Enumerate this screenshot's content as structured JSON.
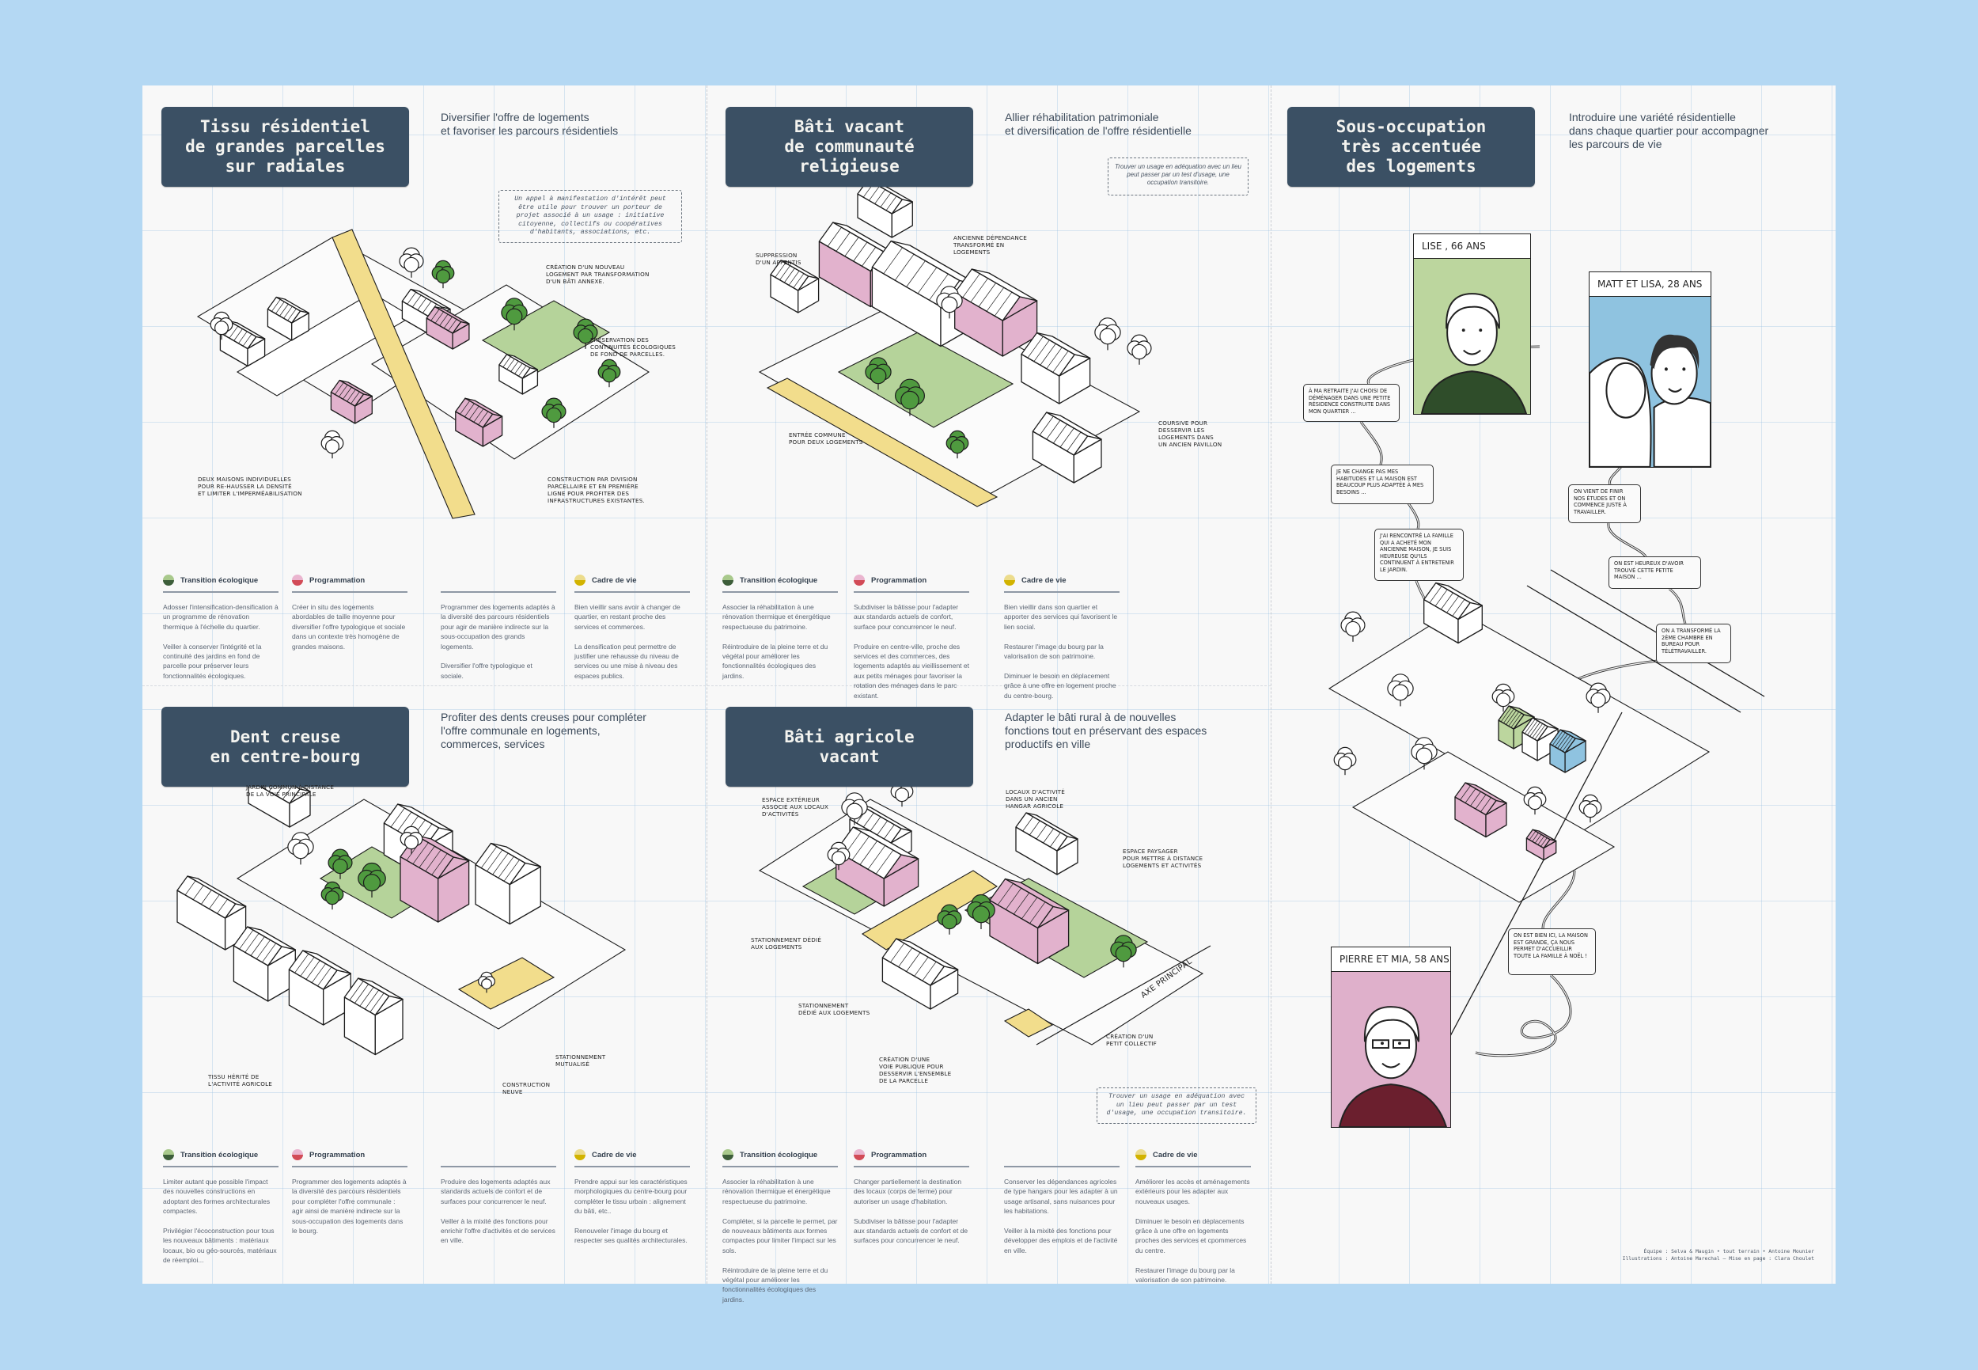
{
  "legend": {
    "transition": {
      "label": "Transition écologique",
      "colors": [
        "#a9c98c",
        "#3d5e3a"
      ]
    },
    "programmation": {
      "label": "Programmation",
      "colors": [
        "#eab5cf",
        "#d24b57"
      ]
    },
    "cadre": {
      "label": "Cadre de vie",
      "colors": [
        "#ecdc8c",
        "#d2b300"
      ]
    }
  },
  "colors": {
    "title_box": "#3b5064",
    "pink": "#e2b2cd",
    "green": "#b5d39a",
    "tree": "#4f9a3f",
    "yellow": "#f2dd8c",
    "blue": "#8fc3e0"
  },
  "panels": [
    {
      "title": "Tissu résidentiel\nde grandes parcelles\nsur radiales",
      "subtitle": "Diversifier l'offre de logements\net favoriser les parcours résidentiels",
      "callout": "Un appel à manifestation d'intérêt peut être utile pour trouver un porteur de projet associé à un usage : initiative citoyenne, collectifs ou coopératives d'habitants, associations, etc.",
      "annotations": [
        "Création d'un nouveau\nlogement par transformation\nd'un bâti annexe.",
        "Préservation des\ncontinuités écologiques\nde fond de parcelles.",
        "Construction par division\nparcellaire et en première\nligne pour profiter des\ninfrastructures existantes.",
        "Deux maisons individuelles\npour re-hausser la densité\net limiter l'imperméabilisation"
      ],
      "columns": [
        {
          "kind": "transition",
          "header": "Transition écologique",
          "paragraphs": [
            "Adosser l'intensification-densification à un programme de rénovation thermique à l'échelle du quartier.",
            "Veiller à conserver l'intégrité et la continuité des jardins en fond de parcelle pour préserver leurs fonctionnalités écologiques."
          ]
        },
        {
          "kind": "programmation",
          "header": "Programmation",
          "paragraphs": [
            "Créer in situ des logements abordables de taille moyenne pour diversifier l'offre typologique et sociale dans un contexte très homogène de grandes maisons."
          ]
        },
        {
          "kind": "programmation",
          "header": "",
          "paragraphs": [
            "Programmer des logements adaptés à la diversité des parcours résidentiels pour agir de manière indirecte sur la sous-occupation des grands logements.",
            "Diversifier l'offre typologique et sociale."
          ]
        },
        {
          "kind": "cadre",
          "header": "Cadre de vie",
          "paragraphs": [
            "Bien vieillir sans avoir à changer de quartier, en restant proche des services et commerces.",
            "La densification peut permettre de justifier une rehausse du niveau de services ou une mise à niveau des espaces publics."
          ]
        }
      ]
    },
    {
      "title": "Bâti vacant\nde communauté\nreligieuse",
      "subtitle": "Allier réhabilitation patrimoniale\net diversification de l'offre résidentielle",
      "callout": "Trouver un usage en adéquation avec un lieu peut passer par un test d'usage, une occupation transitoire.",
      "annotations": [
        "Suppression\nd'un appentis",
        "Ancienne dépendance\ntransformé en\nlogements",
        "Entrée commune\npour deux logements",
        "Coursive pour\ndesservir les\nlogements dans\nun ancien pavillon"
      ],
      "columns": [
        {
          "kind": "transition",
          "header": "Transition écologique",
          "paragraphs": [
            "Associer la réhabilitation à une rénovation thermique et énergétique respectueuse du patrimoine.",
            "Réintroduire de la pleine terre et du végétal pour améliorer les fonctionnalités écologiques des jardins."
          ]
        },
        {
          "kind": "programmation",
          "header": "Programmation",
          "paragraphs": [
            "Subdiviser la bâtisse pour l'adapter aux standards actuels de confort, surface pour concurrencer le neuf.",
            "Produire en centre-ville, proche des services et des commerces, des logements adaptés au vieillissement et aux petits ménages pour favoriser la rotation des ménages dans le parc existant."
          ]
        },
        {
          "kind": "cadre",
          "header": "Cadre de vie",
          "paragraphs": [
            "Bien vieillir dans son quartier et apporter des services qui favorisent le lien social.",
            "Restaurer l'image du bourg par la valorisation de son patrimoine.",
            "Diminuer le besoin en déplacement grâce à une offre en logement proche du centre-bourg."
          ]
        }
      ]
    },
    {
      "title": "Dent creuse\nen centre-bourg",
      "subtitle": "Profiter des dents creuses pour compléter\nl'offre communale en logements,\ncommerces, services",
      "callout": "",
      "annotations": [
        "Jardin commun à distance\nde la voie principale",
        "Tissu hérité de\nl'activité agricole",
        "Stationnement\nmutualisé",
        "Construction\nneuve"
      ],
      "columns": [
        {
          "kind": "transition",
          "header": "Transition écologique",
          "paragraphs": [
            "Limiter autant que possible l'impact des nouvelles constructions en adoptant des formes architecturales compactes.",
            "Privilégier l'écoconstruction pour tous les nouveaux bâtiments : matériaux locaux, bio ou géo-sourcés, matériaux de réemploi..."
          ]
        },
        {
          "kind": "programmation",
          "header": "Programmation",
          "paragraphs": [
            "Programmer des logements adaptés à la diversité des parcours résidentiels pour compléter l'offre communale : agir ainsi de manière indirecte sur la sous-occupation des logements dans le bourg."
          ]
        },
        {
          "kind": "programmation",
          "header": "",
          "paragraphs": [
            "Produire des logements adaptés aux standards actuels de confort et de surfaces pour concurrencer le neuf.",
            "Veiller à la mixité des fonctions pour enrichir l'offre d'activités et de services en ville."
          ]
        },
        {
          "kind": "cadre",
          "header": "Cadre de vie",
          "paragraphs": [
            "Prendre appui sur les caractéristiques morphologiques du centre-bourg pour compléter le tissu urbain : alignement du bâti, etc..",
            "Renouveler l'image du bourg et respecter ses qualités architecturales."
          ]
        }
      ]
    },
    {
      "title": "Bâti agricole\nvacant",
      "subtitle": "Adapter le bâti rural à de nouvelles\nfonctions tout en préservant des espaces\nproductifs en ville",
      "callout": "Trouver un usage en adéquation avec un lieu peut passer par un test d'usage, une occupation transitoire.",
      "annotations": [
        "Espace extérieur\nassocié aux locaux\nd'activités",
        "Locaux d'activité\ndans un ancien\nhangar agricole",
        "Espace paysager\npour mettre à distance\nlogements et activités",
        "Stationnement dédié\naux logements",
        "Stationnement\ndédié aux logements",
        "Création d'une\nvoie publique pour\ndesservir l'ensemble\nde la parcelle",
        "Création d'un\npetit collectif",
        "Axe principal"
      ],
      "columns": [
        {
          "kind": "transition",
          "header": "Transition écologique",
          "paragraphs": [
            "Associer la réhabilitation à une rénovation thermique et énergétique respectueuse du patrimoine.",
            "Compléter, si la parcelle le permet, par de nouveaux bâtiments aux formes compactes pour limiter l'impact sur les sols.",
            "Réintroduire de la pleine terre et du végétal pour améliorer les fonctionnalités écologiques des jardins."
          ]
        },
        {
          "kind": "programmation",
          "header": "Programmation",
          "paragraphs": [
            "Changer partiellement la destination des locaux (corps de ferme) pour autoriser un usage d'habitation.",
            "Subdiviser la bâtisse pour l'adapter aux standards actuels de confort et de surfaces pour concurrencer le neuf."
          ]
        },
        {
          "kind": "programmation",
          "header": "",
          "paragraphs": [
            "Conserver les dépendances agricoles de type hangars pour les adapter à un usage artisanal, sans nuisances pour les habitations.",
            "Veiller à la mixité des fonctions pour développer des emplois et de l'activité en ville."
          ]
        },
        {
          "kind": "cadre",
          "header": "Cadre de vie",
          "paragraphs": [
            "Améliorer les accès et aménagements extérieurs pour les adapter aux nouveaux usages.",
            "Diminuer le besoin en déplacements grâce à une offre en logements proches des services et cpommerces du centre.",
            "Restaurer l'image du bourg par la valorisation de son patrimoine."
          ]
        }
      ]
    }
  ],
  "profiles_panel": {
    "title": "Sous-occupation\ntrès accentuée\ndes logements",
    "subtitle": "Introduire une variété résidentielle\ndans chaque quartier pour accompagner\nles parcours de vie",
    "characters": [
      {
        "name": "Lise , 66 ans",
        "color": "#bcd69e",
        "bubbles": [
          "À ma retraite j'ai choisi de déménager dans une petite résidence construite dans mon quartier ...",
          "Je ne change pas mes habitudes et la maison est beaucoup plus adaptée à mes besoins ...",
          "J'ai rencontré la famille qui a acheté mon ancienne maison, je suis heureuse qu'ils continuent à entretenir le jardin."
        ]
      },
      {
        "name": "Matt et Lisa, 28 ans",
        "color": "#8fc3e0",
        "bubbles": [
          "On vient de finir nos études et on commence juste à travailler.",
          "On est heureux d'avoir trouvé cette petite maison ...",
          "On a transformé la 2ème chambre en bureau pour télétravailler."
        ]
      },
      {
        "name": "Pierre et Mia, 58 ans",
        "color": "#dfb0cb",
        "bubbles": [
          "On est bien ici, la maison est grande, ça nous permet d'accueillir toute la famille à Noël !"
        ]
      }
    ]
  },
  "credits": [
    "Équipe : Selva & Maugin • tout terrain • Antoine Mounier",
    "Illustrations : Antoine Marechal — Mise en page : Clara Choulet"
  ]
}
